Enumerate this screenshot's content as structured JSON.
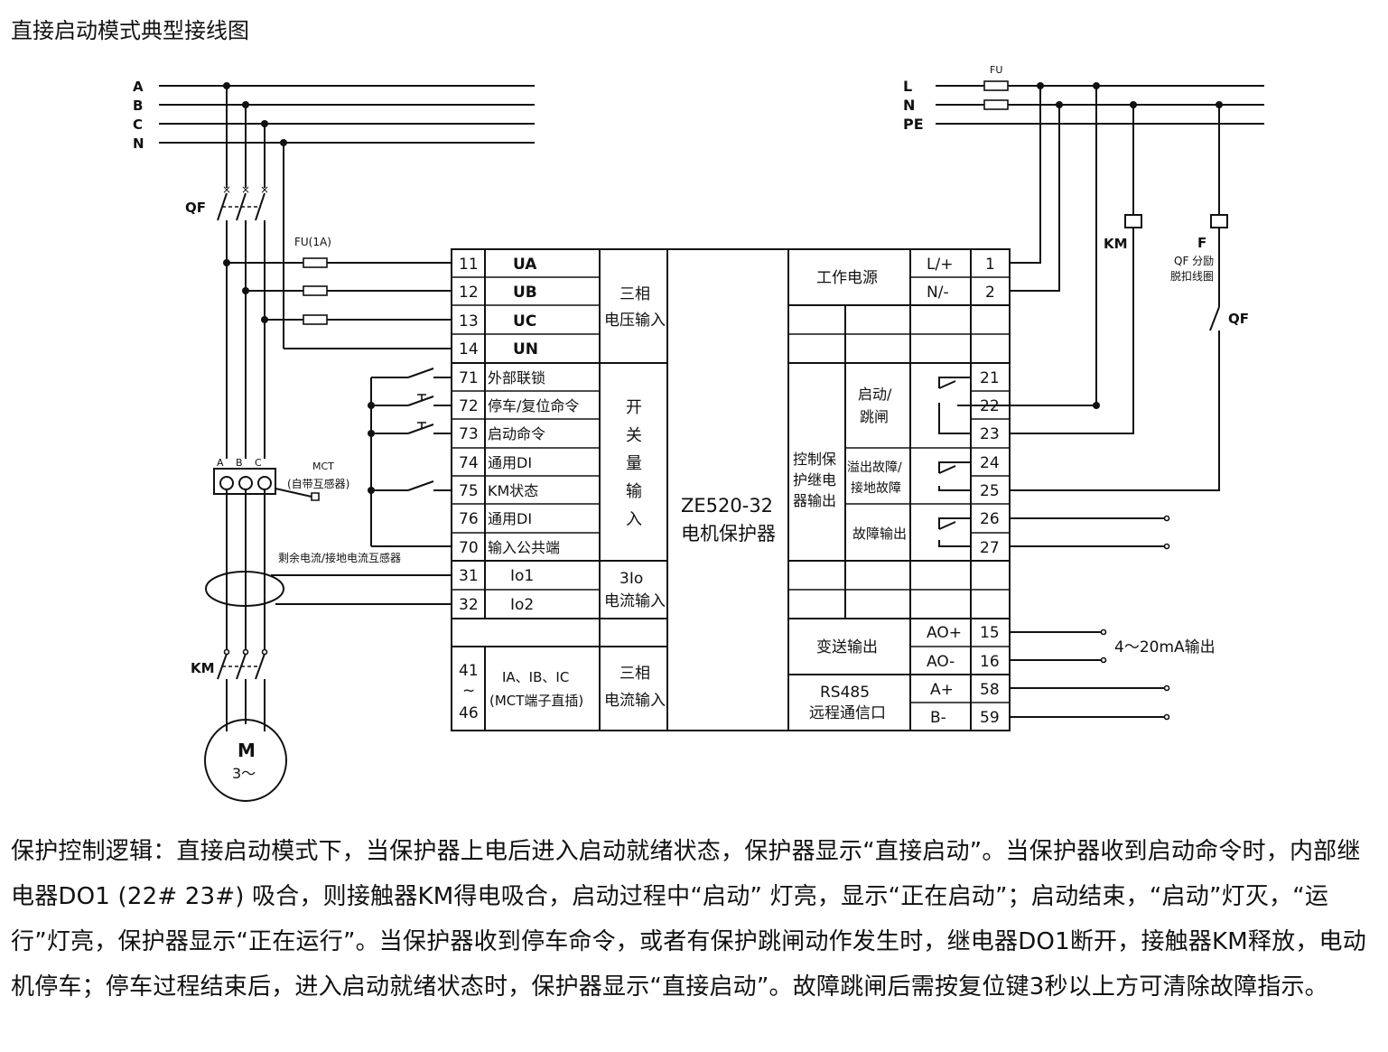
{
  "title": "直接启动模式典型接线图",
  "description": "保护控制逻辑：直接启动模式下，当保护器上电后进入启动就绪状态，保护器显示“直接启动”。当保护器收到启动命令时，内部继电器DO1 (22# 23#) 吸合，则接触器KM得电吸合，启动过程中“启动” 灯亮，显示“正在启动”；启动结束，“启动”灯灭，“运行”灯亮，保护器显示“正在运行”。当保护器收到停车命令，或者有保护跳闸动作发生时，继电器DO1断开，接触器KM释放，电动机停车；停车过程结束后，进入启动就绪状态时，保护器显示“直接启动”。故障跳闸后需按复位键3秒以上方可清除故障指示。",
  "diagram": {
    "phases": [
      "A",
      "B",
      "C",
      "N"
    ],
    "power_lines": [
      "L",
      "N",
      "PE"
    ],
    "qf_label": "QF",
    "km_label": "KM",
    "fu_1a": "FU(1A)",
    "fu_top": "FU",
    "mct_abc": [
      "A",
      "B",
      "C"
    ],
    "mct_title": "MCT",
    "mct_sub": "(自带互感器)",
    "residual_ct": "剩余电流/接地电流互感器",
    "motor": "M",
    "motor_sub": "3～",
    "km_coil": "KM",
    "f_coil": "F",
    "qf_coil_1": "QF 分励",
    "qf_coil_2": "脱扣线圈",
    "qf_contact": "QF",
    "device_1": "ZE520-32",
    "device_2": "电机保护器",
    "left_terminals": [
      {
        "num": "11",
        "label": "UA"
      },
      {
        "num": "12",
        "label": "UB"
      },
      {
        "num": "13",
        "label": "UC"
      },
      {
        "num": "14",
        "label": "UN"
      },
      {
        "num": "71",
        "label": "外部联锁"
      },
      {
        "num": "72",
        "label": "停车/复位命令"
      },
      {
        "num": "73",
        "label": "启动命令"
      },
      {
        "num": "74",
        "label": "通用DI"
      },
      {
        "num": "75",
        "label": "KM状态"
      },
      {
        "num": "76",
        "label": "通用DI"
      },
      {
        "num": "70",
        "label": "输入公共端"
      },
      {
        "num": "31",
        "label": "Io1"
      },
      {
        "num": "32",
        "label": "Io2"
      }
    ],
    "left_bottom": {
      "num_a": "41",
      "num_b": "~",
      "num_c": "46",
      "label_1": "IA、IB、IC",
      "label_2": "(MCT端子直插)"
    },
    "left_groups": {
      "voltage_1": "三相",
      "voltage_2": "电压输入",
      "di": [
        "开",
        "关",
        "量",
        "输",
        "入"
      ],
      "io_1": "3Io",
      "io_2": "电流输入",
      "current_1": "三相",
      "current_2": "电流输入"
    },
    "right_terminals": [
      "1",
      "2",
      "21",
      "22",
      "23",
      "24",
      "25",
      "26",
      "27",
      "15",
      "16",
      "58",
      "59"
    ],
    "right_labels": [
      "L/+",
      "N/-",
      "AO+",
      "AO-",
      "A+",
      "B-"
    ],
    "power_group": "工作电源",
    "relay_group": [
      "控制保",
      "护继电",
      "器输出"
    ],
    "relay_start": [
      "启动/",
      "跳闸"
    ],
    "relay_fault": [
      "溢出故障/",
      "接地故障"
    ],
    "relay_out": "故障输出",
    "transmit": "变送输出",
    "rs485_1": "RS485",
    "rs485_2": "远程通信口",
    "ma_output": "4～20mA输出"
  }
}
